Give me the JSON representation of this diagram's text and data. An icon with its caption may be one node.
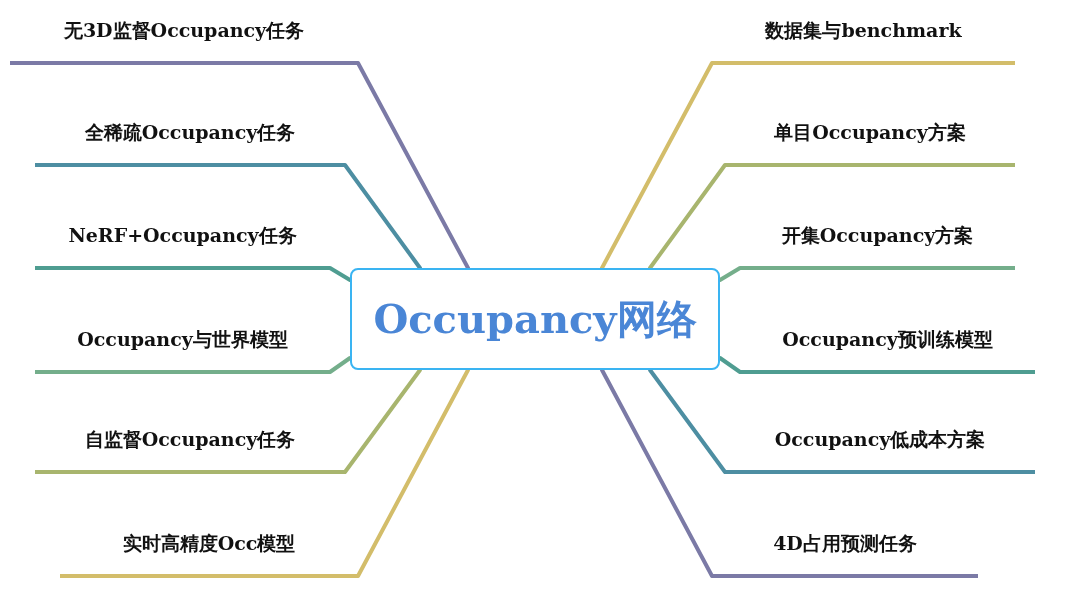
{
  "diagram": {
    "nodes": [
      {
        "text": [
          "Occupancy网络"
        ]
      },
      {
        "text": [
          "无3D监督Occupancy任务"
        ]
      },
      {
        "text": [
          "全稀疏Occupancy任务"
        ]
      },
      {
        "text": [
          "NeRF+Occupancy任务"
        ]
      },
      {
        "text": [
          "Occupancy与世界模型"
        ]
      },
      {
        "text": [
          "自监督Occupancy任务"
        ]
      },
      {
        "text": [
          "实时高精度Occ模型"
        ]
      },
      {
        "text": [
          "数据集与benchmark"
        ]
      },
      {
        "text": [
          "单目Occupancy方案"
        ]
      },
      {
        "text": [
          "开集Occupancy方案"
        ]
      },
      {
        "text": [
          "Occupancy预训练模型"
        ]
      },
      {
        "text": [
          "Occupancy低成本方案"
        ]
      },
      {
        "text": [
          "4D占用预测任务"
        ]
      }
    ],
    "edges": [
      {
        "from": 0,
        "to": 1,
        "arrow": "none",
        "color": "#7b7aa6"
      },
      {
        "from": 0,
        "to": 2,
        "arrow": "none",
        "color": "#4d8ea2"
      },
      {
        "from": 0,
        "to": 3,
        "arrow": "none",
        "color": "#4f9d91"
      },
      {
        "from": 0,
        "to": 4,
        "arrow": "none",
        "color": "#74ae8b"
      },
      {
        "from": 0,
        "to": 5,
        "arrow": "none",
        "color": "#a8b56e"
      },
      {
        "from": 0,
        "to": 6,
        "arrow": "none",
        "color": "#d3bd6a"
      },
      {
        "from": 0,
        "to": 7,
        "arrow": "none",
        "color": "#d3bd6a"
      },
      {
        "from": 0,
        "to": 8,
        "arrow": "none",
        "color": "#a8b56e"
      },
      {
        "from": 0,
        "to": 9,
        "arrow": "none",
        "color": "#74ae8b"
      },
      {
        "from": 0,
        "to": 10,
        "arrow": "none",
        "color": "#4f9d91"
      },
      {
        "from": 0,
        "to": 11,
        "arrow": "none",
        "color": "#4d8ea2"
      },
      {
        "from": 0,
        "to": 12,
        "arrow": "none",
        "color": "#7b7aa6"
      }
    ]
  }
}
